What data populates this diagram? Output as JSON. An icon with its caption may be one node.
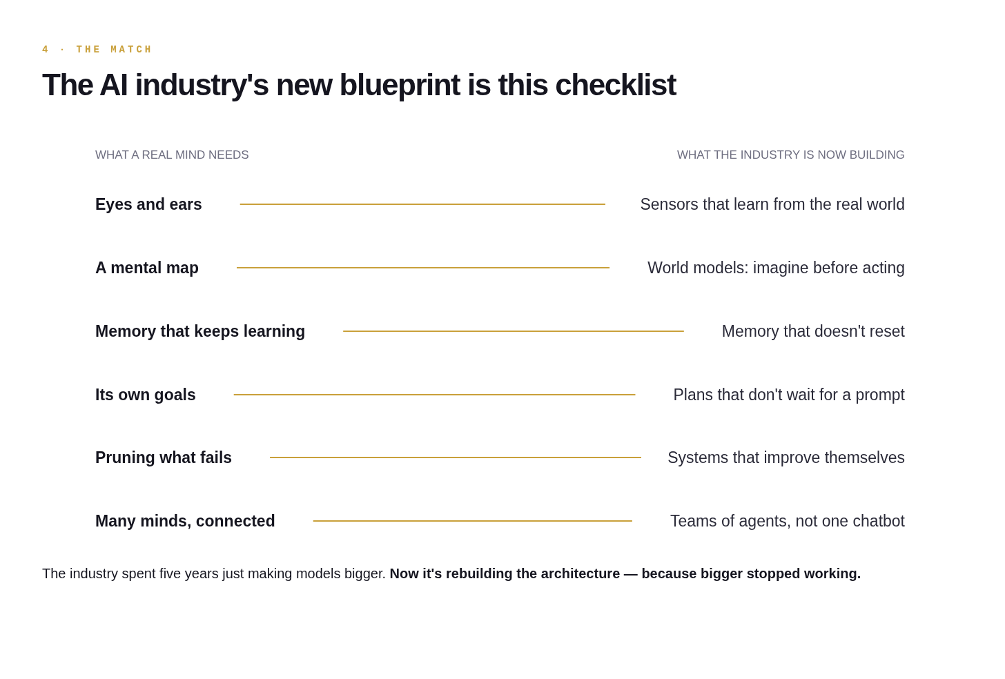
{
  "diagram": {
    "title": "The AI industry's new blueprint is this checklist",
    "caption": "The industry spent five years just making models bigger. **Now it's rebuilding the architecture — because bigger stopped working.**",
    "nodes": [
      {
        "text": [
          "Eyes and ears"
        ]
      },
      {
        "text": [
          "A mental map"
        ]
      },
      {
        "text": [
          "Memory that keeps learning"
        ]
      },
      {
        "text": [
          "Its own goals"
        ]
      },
      {
        "text": [
          "Pruning what fails"
        ]
      },
      {
        "text": [
          "Many minds, connected"
        ]
      },
      {
        "text": [
          "Sensors that learn from the real world"
        ]
      },
      {
        "text": [
          "World models: imagine before acting"
        ]
      },
      {
        "text": [
          "Memory that doesn't reset"
        ]
      },
      {
        "text": [
          "Plans that don't wait for a prompt"
        ]
      },
      {
        "text": [
          "Systems that improve themselves"
        ]
      },
      {
        "text": [
          "Teams of agents, not one chatbot"
        ]
      }
    ],
    "edges": [
      {
        "from": 0,
        "to": 6,
        "arrow": "none"
      },
      {
        "from": 1,
        "to": 7,
        "arrow": "none"
      },
      {
        "from": 2,
        "to": 8,
        "arrow": "none"
      },
      {
        "from": 3,
        "to": 9,
        "arrow": "none"
      },
      {
        "from": 4,
        "to": 10,
        "arrow": "none"
      },
      {
        "from": 5,
        "to": 11,
        "arrow": "none"
      }
    ],
    "labels": [
      "4 · THE MATCH",
      "WHAT A REAL MIND NEEDS",
      "WHAT THE INDUSTRY IS NOW BUILDING"
    ]
  }
}
